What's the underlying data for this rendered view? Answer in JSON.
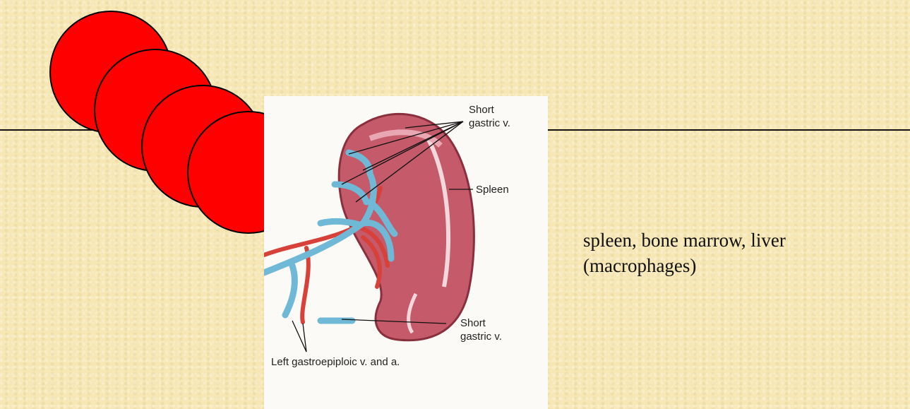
{
  "figure": {
    "labels": {
      "short_gastric_top": [
        "Short",
        "gastric v."
      ],
      "spleen": "Spleen",
      "short_gastric_bottom": [
        "Short",
        "gastric v."
      ],
      "gastroepiploic": "Left gastroepiploic v. and a."
    }
  },
  "caption": {
    "line1": "spleen, bone marrow, liver",
    "line2": "(macrophages)"
  },
  "colors": {
    "circle_fill": "#ff0000",
    "vein": "#6fb8d6",
    "artery": "#d8403a",
    "spleen": "#c45a6a"
  }
}
